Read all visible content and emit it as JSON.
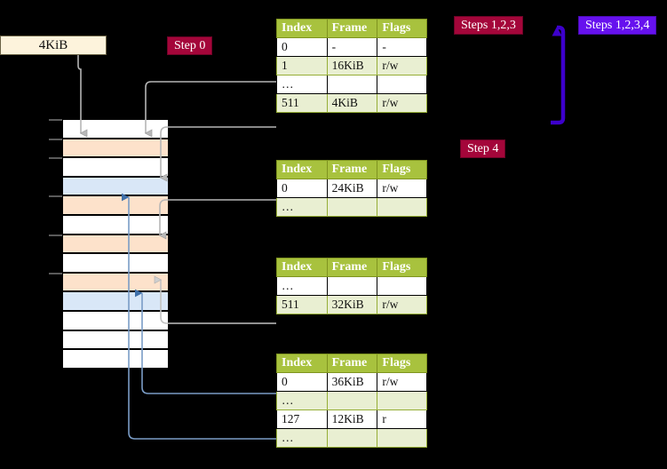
{
  "labels": {
    "size_box": "4KiB",
    "step0": "Step 0",
    "steps123": "Steps 1,2,3",
    "steps1234": "Steps 1,2,3,4",
    "step4": "Step 4"
  },
  "colors": {
    "background": "#000000",
    "header_green": "#a8c23e",
    "row_alt_green": "#e9efd2",
    "highlight_yellow": "#fbf7a6",
    "chip_red": "#a4063a",
    "chip_purple": "#6611ee",
    "memory_orange": "#fde2cb",
    "memory_blue": "#d9e7f7",
    "size_box_cream": "#fdf3dc",
    "gray_wire": "#b5b5b5",
    "blue_wire": "#7a9cc6"
  },
  "table_columns": [
    "Index",
    "Frame",
    "Flags"
  ],
  "tables": [
    {
      "id": "table0",
      "columns": [
        "Index",
        "Frame",
        "Flags"
      ],
      "rows": [
        {
          "cells": [
            "0",
            "-",
            "-"
          ],
          "alt": false,
          "highlight": [
            false,
            false,
            false
          ]
        },
        {
          "cells": [
            "1",
            "16KiB",
            "r/w"
          ],
          "alt": true,
          "highlight": [
            false,
            false,
            false
          ]
        },
        {
          "cells": [
            "…",
            "",
            ""
          ],
          "alt": false,
          "highlight": [
            false,
            false,
            false
          ]
        },
        {
          "cells": [
            "511",
            "4KiB",
            "r/w"
          ],
          "alt": true,
          "highlight": [
            true,
            true,
            true
          ]
        }
      ]
    },
    {
      "id": "table1",
      "columns": [
        "Index",
        "Frame",
        "Flags"
      ],
      "rows": [
        {
          "cells": [
            "0",
            "24KiB",
            "r/w"
          ],
          "alt": false,
          "highlight": [
            false,
            false,
            false
          ]
        },
        {
          "cells": [
            "…",
            "",
            ""
          ],
          "alt": true,
          "highlight": [
            false,
            false,
            false
          ]
        }
      ]
    },
    {
      "id": "table2",
      "columns": [
        "Index",
        "Frame",
        "Flags"
      ],
      "rows": [
        {
          "cells": [
            "…",
            "",
            ""
          ],
          "alt": false,
          "highlight": [
            false,
            false,
            false
          ]
        },
        {
          "cells": [
            "511",
            "32KiB",
            "r/w"
          ],
          "alt": true,
          "highlight": [
            false,
            false,
            false
          ]
        }
      ]
    },
    {
      "id": "table3",
      "columns": [
        "Index",
        "Frame",
        "Flags"
      ],
      "rows": [
        {
          "cells": [
            "0",
            "36KiB",
            "r/w"
          ],
          "alt": false,
          "highlight": [
            false,
            false,
            false
          ]
        },
        {
          "cells": [
            "…",
            "",
            ""
          ],
          "alt": true,
          "highlight": [
            false,
            false,
            false
          ]
        },
        {
          "cells": [
            "127",
            "12KiB",
            "r"
          ],
          "alt": false,
          "highlight": [
            false,
            false,
            false
          ]
        },
        {
          "cells": [
            "…",
            "",
            ""
          ],
          "alt": true,
          "highlight": [
            false,
            false,
            false
          ]
        }
      ]
    }
  ],
  "memory_column": {
    "row_count": 13,
    "rows": [
      {
        "fill": "white",
        "tick": true
      },
      {
        "fill": "orange",
        "tick": true
      },
      {
        "fill": "white",
        "tick": true
      },
      {
        "fill": "blue",
        "tick": false
      },
      {
        "fill": "orange",
        "tick": true
      },
      {
        "fill": "white",
        "tick": false
      },
      {
        "fill": "orange",
        "tick": true
      },
      {
        "fill": "white",
        "tick": false
      },
      {
        "fill": "orange",
        "tick": true
      },
      {
        "fill": "blue",
        "tick": false
      },
      {
        "fill": "white",
        "tick": false
      },
      {
        "fill": "white",
        "tick": false
      },
      {
        "fill": "white",
        "tick": false
      }
    ]
  }
}
